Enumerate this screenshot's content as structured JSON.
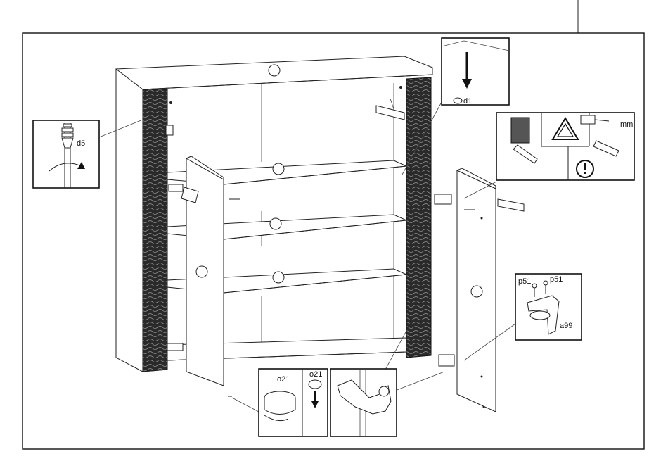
{
  "labels": {
    "d5": "d5",
    "d1": "d1",
    "mm": "mm",
    "o21_a": "o21",
    "o21_b": "o21",
    "p51_a": "p51",
    "p51_b": "p51",
    "a99": "a99"
  },
  "colors": {
    "line": "#222222",
    "texture": "#2a2a2a",
    "background": "#ffffff"
  },
  "icons": [
    "screwdriver-icon",
    "rotate-arrow-icon",
    "down-arrow-icon",
    "warning-triangle-icon",
    "caution-icon",
    "drill-icon"
  ]
}
